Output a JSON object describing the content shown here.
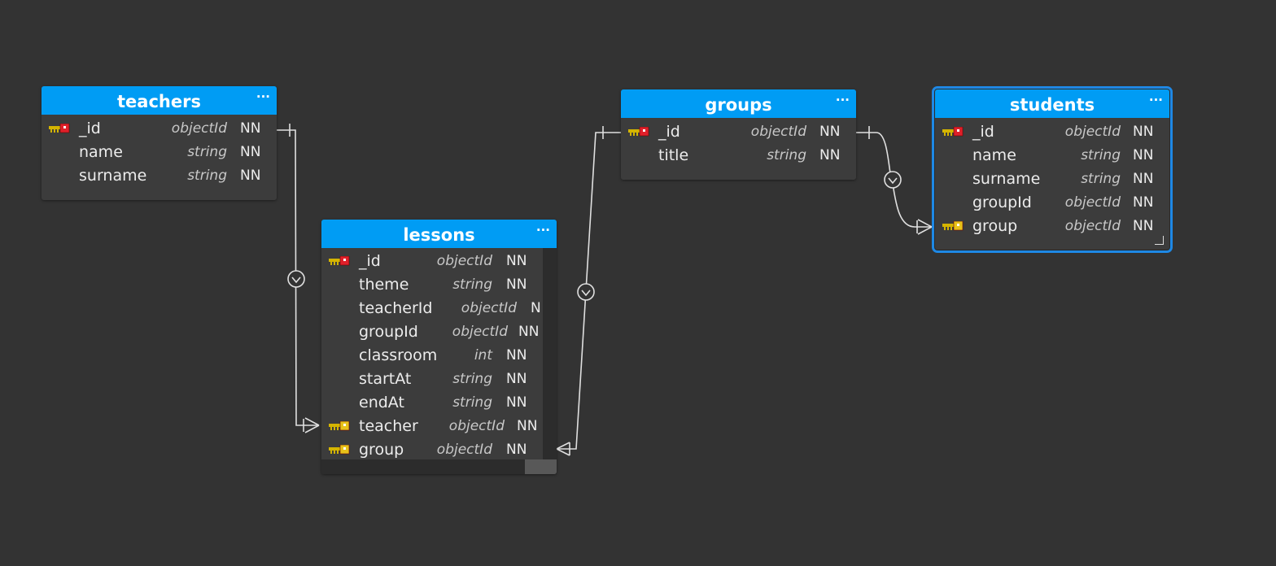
{
  "entities": {
    "teachers": {
      "title": "teachers",
      "menu": "···",
      "fields": [
        {
          "name": "_id",
          "type": "objectId",
          "nn": "NN",
          "key": "primary"
        },
        {
          "name": "name",
          "type": "string",
          "nn": "NN",
          "key": ""
        },
        {
          "name": "surname",
          "type": "string",
          "nn": "NN",
          "key": ""
        }
      ]
    },
    "lessons": {
      "title": "lessons",
      "menu": "···",
      "fields": [
        {
          "name": "_id",
          "type": "objectId",
          "nn": "NN",
          "key": "primary"
        },
        {
          "name": "theme",
          "type": "string",
          "nn": "NN",
          "key": ""
        },
        {
          "name": "teacherId",
          "type": "objectId",
          "nn": "N",
          "key": ""
        },
        {
          "name": "groupId",
          "type": "objectId",
          "nn": "NN",
          "key": ""
        },
        {
          "name": "classroom",
          "type": "int",
          "nn": "NN",
          "key": ""
        },
        {
          "name": "startAt",
          "type": "string",
          "nn": "NN",
          "key": ""
        },
        {
          "name": "endAt",
          "type": "string",
          "nn": "NN",
          "key": ""
        },
        {
          "name": "teacher",
          "type": "objectId",
          "nn": "NN",
          "key": "foreign"
        },
        {
          "name": "group",
          "type": "objectId",
          "nn": "NN",
          "key": "foreign"
        }
      ]
    },
    "groups": {
      "title": "groups",
      "menu": "···",
      "fields": [
        {
          "name": "_id",
          "type": "objectId",
          "nn": "NN",
          "key": "primary"
        },
        {
          "name": "title",
          "type": "string",
          "nn": "NN",
          "key": ""
        }
      ]
    },
    "students": {
      "title": "students",
      "menu": "···",
      "fields": [
        {
          "name": "_id",
          "type": "objectId",
          "nn": "NN",
          "key": "primary"
        },
        {
          "name": "name",
          "type": "string",
          "nn": "NN",
          "key": ""
        },
        {
          "name": "surname",
          "type": "string",
          "nn": "NN",
          "key": ""
        },
        {
          "name": "groupId",
          "type": "objectId",
          "nn": "NN",
          "key": ""
        },
        {
          "name": "group",
          "type": "objectId",
          "nn": "NN",
          "key": "foreign"
        }
      ]
    }
  },
  "icons": {
    "primary": "primary-key-icon",
    "foreign": "foreign-key-icon"
  },
  "colors": {
    "background": "#333333",
    "entity_body": "#3c3c3c",
    "header": "#009cf4",
    "selection": "#1e88e5",
    "primary_key": "#e0202a",
    "foreign_key": "#e8c21a",
    "key_shaft": "#d4b400",
    "line": "#e0e0e0"
  }
}
